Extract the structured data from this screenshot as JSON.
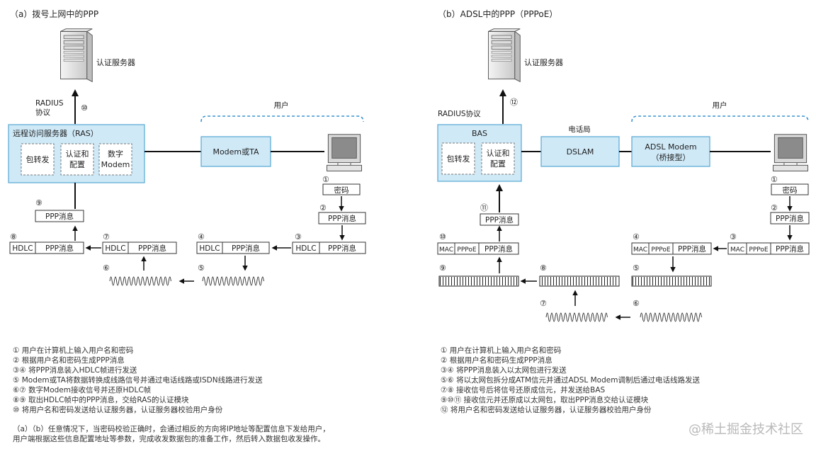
{
  "left": {
    "title": "（a）拨号上网中的PPP",
    "server_label": "认证服务器",
    "radius_line1": "RADIUS",
    "radius_line2": "协议",
    "step10": "⑩",
    "user_label": "用户",
    "ras_title": "远程访问服务器（RAS）",
    "ras_mod1": "包转发",
    "ras_mod2_l1": "认证和",
    "ras_mod2_l2": "配置",
    "ras_mod3_l1": "数字",
    "ras_mod3_l2": "Modem",
    "modem": "Modem或TA",
    "pwd": "密码",
    "ppp": "PPP消息",
    "hdlc": "HDLC",
    "n1": "①",
    "n2": "②",
    "n3": "③",
    "n4": "④",
    "n5": "⑤",
    "n6": "⑥",
    "n7": "⑦",
    "n8": "⑧",
    "n9": "⑨",
    "notes": [
      "① 用户在计算机上输入用户名和密码",
      "② 根据用户名和密码生成PPP消息",
      "③④ 将PPP消息装入HDLC帧进行发送",
      "⑤ Modem或TA将数据转换成线路信号并通过电话线路或ISDN线路进行发送",
      "⑥⑦ 数字Modem接收信号并还原HDLC帧",
      "⑧⑨ 取出HDLC帧中的PPP消息，交给RAS的认证模块",
      "⑩ 将用户名和密码发送给认证服务器，认证服务器校验用户身份"
    ],
    "footer_l1": "（a）（b）任意情况下，当密码校验正确时，会通过相反的方向将IP地址等配置信息下发给用户，",
    "footer_l2": "用户端根据这些信息配置地址等参数，完成收发数据包的准备工作，然后转入数据包收发操作。"
  },
  "right": {
    "title": "（b）ADSL中的PPP（PPPoE）",
    "server_label": "认证服务器",
    "radius": "RADIUS协议",
    "step12": "⑫",
    "user_label": "用户",
    "bas_title": "BAS",
    "bas_mod1": "包转发",
    "bas_mod2_l1": "认证和",
    "bas_mod2_l2": "配置",
    "phone_office": "电话局",
    "dslam": "DSLAM",
    "modem_l1": "ADSL Modem",
    "modem_l2": "（桥接型）",
    "pwd": "密码",
    "ppp": "PPP消息",
    "mac": "MAC",
    "pppoe": "PPPoE",
    "n1": "①",
    "n2": "②",
    "n3": "③",
    "n4": "④",
    "n5": "⑤",
    "n6": "⑥",
    "n7": "⑦",
    "n8": "⑧",
    "n9": "⑨",
    "n10": "⑩",
    "n11": "⑪",
    "notes": [
      "① 用户在计算机上输入用户名和密码",
      "② 根据用户名和密码生成PPP消息",
      "③④ 将PPP消息装入以太网包进行发送",
      "⑤⑥ 将以太网包拆分成ATM信元并通过ADSL Modem调制后通过电话线路发送",
      "⑦⑧ 接收信号后将信号还原成信元，并发送给BAS",
      "⑨⑩⑪ 接收信元并还原成以太网包，取出PPP消息交给认证模块",
      "⑫ 将用户名和密码发送给认证服务器，认证服务器校验用户身份"
    ]
  },
  "watermark": "@稀土掘金技术社区"
}
